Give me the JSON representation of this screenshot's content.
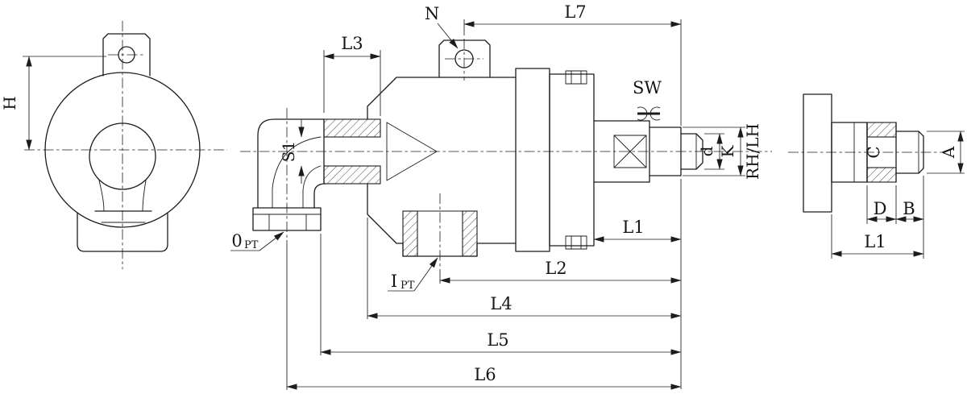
{
  "colors": {
    "line": "#1c1c1c",
    "background": "#ffffff"
  },
  "labels": {
    "H": "H",
    "L3": "L3",
    "N": "N",
    "L7": "L7",
    "SW": "SW",
    "S1": "S1",
    "d": "d",
    "K": "K",
    "RH_LH": "RH/LH",
    "L1_main": "L1",
    "L2": "L2",
    "L4": "L4",
    "L5": "L5",
    "L6": "L6",
    "port_outlet": "0",
    "port_outlet_unit": "PT",
    "port_inlet": "I",
    "port_inlet_unit": "PT",
    "A": "A",
    "B": "B",
    "C": "C",
    "D": "D",
    "L1_end": "L1"
  }
}
